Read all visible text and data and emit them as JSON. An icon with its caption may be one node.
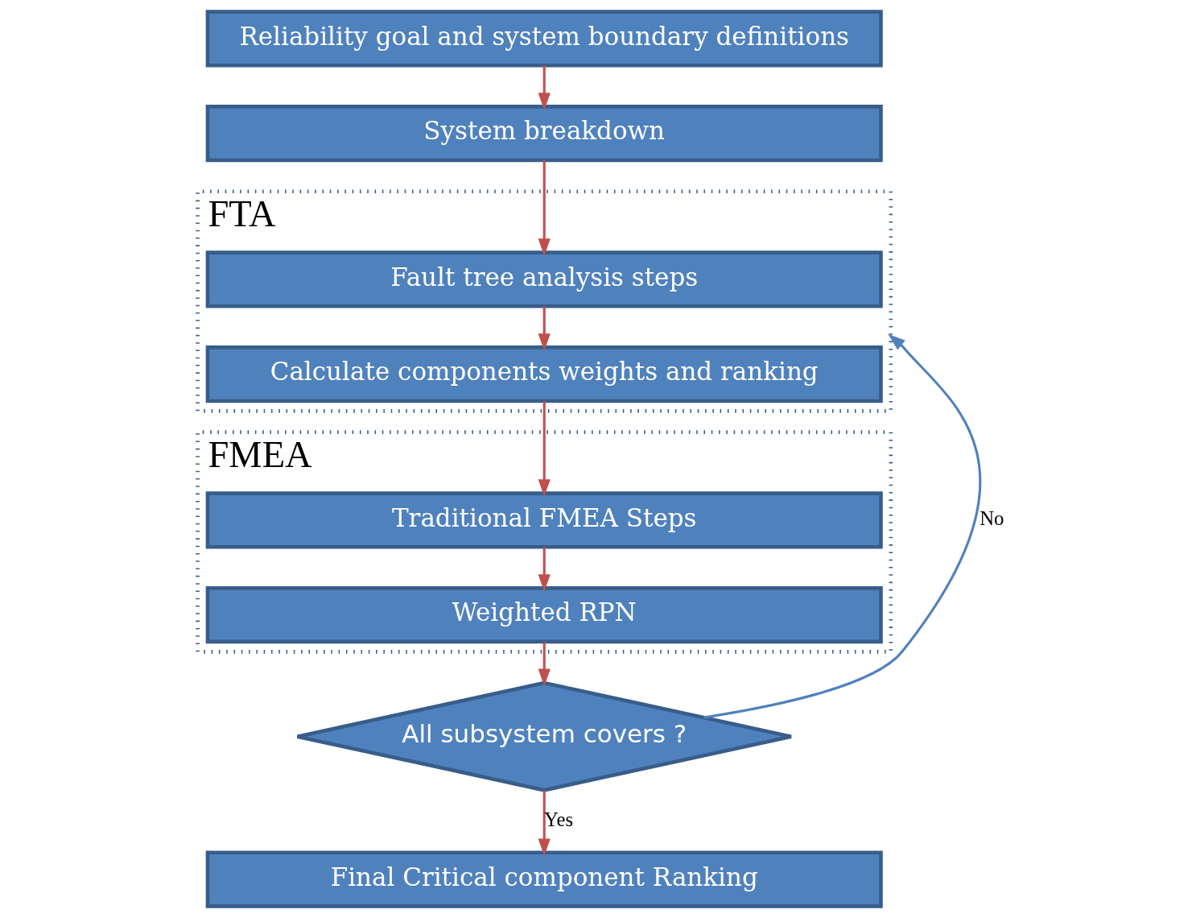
{
  "diagram": {
    "nodes": [
      {
        "text": [
          "Reliability goal and system boundary definitions"
        ]
      },
      {
        "text": [
          "System breakdown"
        ]
      },
      {
        "text": [
          "FTA"
        ]
      },
      {
        "text": [
          "Fault tree analysis steps"
        ],
        "in": 2
      },
      {
        "text": [
          "Calculate components weights and ranking"
        ],
        "in": 2
      },
      {
        "text": [
          "FMEA"
        ]
      },
      {
        "text": [
          "Traditional FMEA Steps"
        ],
        "in": 5
      },
      {
        "text": [
          "Weighted RPN"
        ],
        "in": 5
      },
      {
        "text": [
          "All subsystem covers ?"
        ]
      },
      {
        "text": [
          "Final Critical component Ranking"
        ]
      }
    ],
    "edges": [
      {
        "from": 0,
        "to": 1,
        "arrow": "to"
      },
      {
        "from": 1,
        "to": 3,
        "arrow": "to"
      },
      {
        "from": 3,
        "to": 4,
        "arrow": "to"
      },
      {
        "from": 4,
        "to": 6,
        "arrow": "to"
      },
      {
        "from": 6,
        "to": 7,
        "arrow": "to"
      },
      {
        "from": 7,
        "to": 8,
        "arrow": "to"
      },
      {
        "from": 8,
        "to": 9,
        "arrow": "to",
        "label": "Yes"
      },
      {
        "from": 8,
        "to": 2,
        "arrow": "to",
        "label": "No",
        "color": "#4f81bd"
      }
    ]
  }
}
